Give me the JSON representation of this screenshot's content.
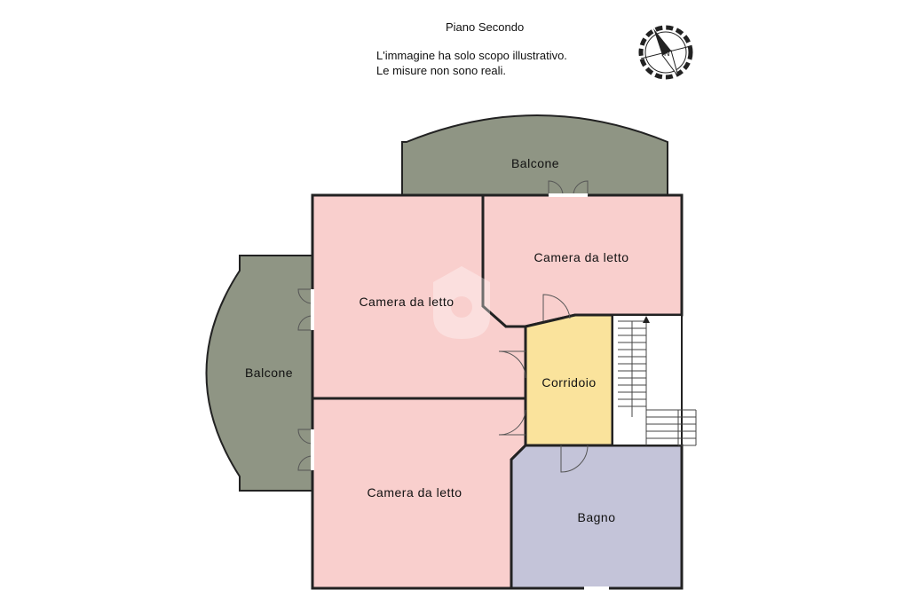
{
  "header": {
    "floor_title": "Piano Secondo",
    "disclaimer_line1": "L'immagine ha solo scopo illustrativo.",
    "disclaimer_line2": "Le misure non sono reali."
  },
  "rooms": {
    "balcone_top": "Balcone",
    "balcone_left": "Balcone",
    "camera_top_right": "Camera da letto",
    "camera_top_left": "Camera da letto",
    "camera_bottom": "Camera da letto",
    "corridoio": "Corridoio",
    "bagno": "Bagno"
  },
  "colors": {
    "balcony": "#8f9584",
    "bedroom": "#f9cfcd",
    "corridor": "#fae39c",
    "bathroom": "#c4c4d9",
    "wall": "#222222"
  },
  "icons": {
    "compass": "compass-icon",
    "watermark": "brand-watermark-icon"
  }
}
